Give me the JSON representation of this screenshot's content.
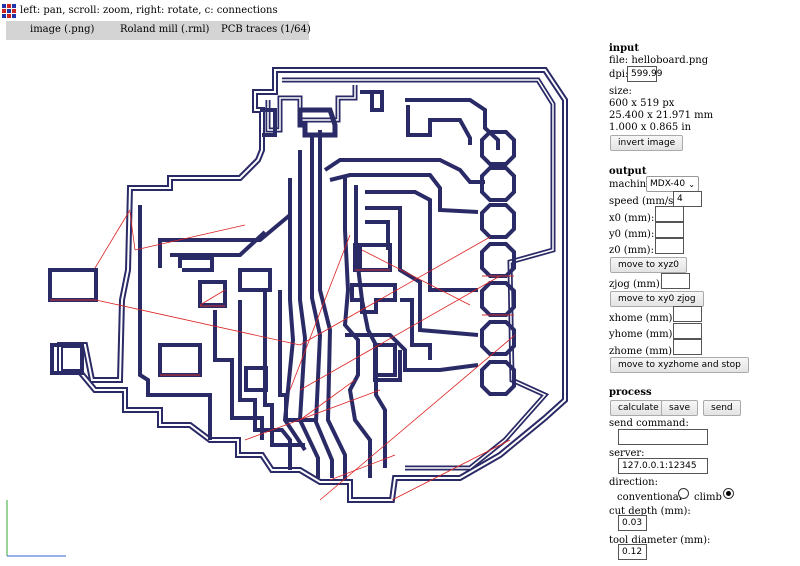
{
  "header": {
    "help_text": "left: pan, scroll: zoom, right: rotate, c: connections",
    "modes": [
      "image (.png)",
      "Roland mill (.rml)",
      "PCB traces (1/64)"
    ]
  },
  "input": {
    "heading": "input",
    "file_label": "file:",
    "file_name": "helloboard.png",
    "dpi_label": "dpi:",
    "dpi_value": "599.99",
    "size_label": "size:",
    "size_px": "600 x 519 px",
    "size_mm": "25.400 x 21.971 mm",
    "size_in": "1.000 x 0.865 in",
    "invert_label": "invert image"
  },
  "output": {
    "heading": "output",
    "machine_label": "machine",
    "machine_value": "MDX-40",
    "speed_label": "speed (mm/s):",
    "speed_value": "4",
    "x0_label": "x0 (mm):",
    "x0_value": "",
    "y0_label": "y0 (mm):",
    "y0_value": "",
    "z0_label": "z0 (mm):",
    "z0_value": "",
    "move_xyz0_label": "move to xyz0",
    "zjog_label": "zjog (mm):",
    "zjog_value": "",
    "move_xy0_zjog_label": "move to xy0 zjog",
    "xhome_label": "xhome (mm):",
    "xhome_value": "",
    "yhome_label": "yhome (mm):",
    "yhome_value": "",
    "zhome_label": "zhome (mm):",
    "zhome_value": "",
    "move_home_label": "move to xyzhome and stop"
  },
  "process": {
    "heading": "process",
    "calculate_label": "calculate",
    "save_label": "save",
    "send_label": "send",
    "send_command_label": "send command:",
    "send_command_value": "",
    "server_label": "server:",
    "server_value": "127.0.0.1:12345",
    "direction_label": "direction:",
    "conventional_label": "conventional",
    "climb_label": "climb",
    "direction_selected": "climb",
    "cut_depth_label": "cut depth (mm):",
    "cut_depth_value": "0.03",
    "tool_diameter_label": "tool diameter (mm):",
    "tool_diameter_value": "0.12"
  },
  "colors": {
    "trace": "#2a2a66",
    "connection": "#dd2222",
    "pad_edge": "#cc3333",
    "axis_x": "#3366cc",
    "axis_y": "#33aa33",
    "toolbar_bg": "#d4d4d4"
  },
  "icons": {
    "app": "grid-icon",
    "dropdown": "chevron-down-icon"
  }
}
